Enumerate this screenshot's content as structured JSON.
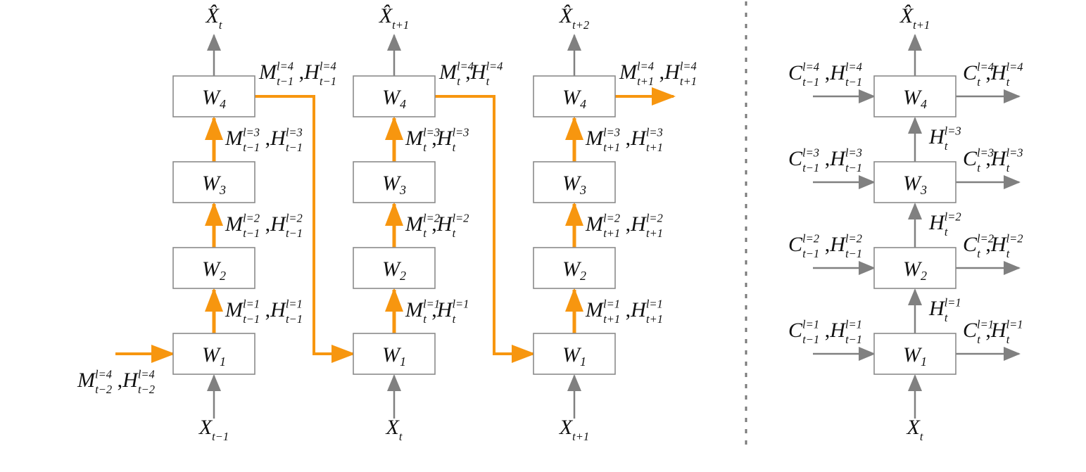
{
  "colors": {
    "orange": "#f7960f",
    "gray": "#808080",
    "box_stroke": "#8a8a8a",
    "divider": "#7a7a7a"
  },
  "left": {
    "columns": [
      {
        "input": {
          "base": "X",
          "sub": "t−1"
        },
        "output": {
          "base": "X̂",
          "sub": "t"
        },
        "blocks": [
          {
            "base": "W",
            "sub": "1"
          },
          {
            "base": "W",
            "sub": "2"
          },
          {
            "base": "W",
            "sub": "3"
          },
          {
            "base": "W",
            "sub": "4"
          }
        ],
        "states": [
          {
            "sup": "l=1",
            "sub": "t−1"
          },
          {
            "sup": "l=2",
            "sub": "t−1"
          },
          {
            "sup": "l=3",
            "sub": "t−1"
          },
          {
            "sup": "l=4",
            "sub": "t−1"
          }
        ]
      },
      {
        "input": {
          "base": "X",
          "sub": "t"
        },
        "output": {
          "base": "X̂",
          "sub": "t+1"
        },
        "blocks": [
          {
            "base": "W",
            "sub": "1"
          },
          {
            "base": "W",
            "sub": "2"
          },
          {
            "base": "W",
            "sub": "3"
          },
          {
            "base": "W",
            "sub": "4"
          }
        ],
        "states": [
          {
            "sup": "l=1",
            "sub": "t"
          },
          {
            "sup": "l=2",
            "sub": "t"
          },
          {
            "sup": "l=3",
            "sub": "t"
          },
          {
            "sup": "l=4",
            "sub": "t"
          }
        ]
      },
      {
        "input": {
          "base": "X",
          "sub": "t+1"
        },
        "output": {
          "base": "X̂",
          "sub": "t+2"
        },
        "blocks": [
          {
            "base": "W",
            "sub": "1"
          },
          {
            "base": "W",
            "sub": "2"
          },
          {
            "base": "W",
            "sub": "3"
          },
          {
            "base": "W",
            "sub": "4"
          }
        ],
        "states": [
          {
            "sup": "l=1",
            "sub": "t+1"
          },
          {
            "sup": "l=2",
            "sub": "t+1"
          },
          {
            "sup": "l=3",
            "sub": "t+1"
          },
          {
            "sup": "l=4",
            "sub": "t+1"
          }
        ]
      }
    ],
    "initial_state": {
      "sup": "l=4",
      "sub": "t−2"
    }
  },
  "right": {
    "input": {
      "base": "X",
      "sub": "t"
    },
    "output": {
      "base": "X̂",
      "sub": "t+1"
    },
    "blocks": [
      {
        "base": "W",
        "sub": "1"
      },
      {
        "base": "W",
        "sub": "2"
      },
      {
        "base": "W",
        "sub": "3"
      },
      {
        "base": "W",
        "sub": "4"
      }
    ],
    "inputs": [
      {
        "sup": "l=1",
        "sub": "t−1"
      },
      {
        "sup": "l=2",
        "sub": "t−1"
      },
      {
        "sup": "l=3",
        "sub": "t−1"
      },
      {
        "sup": "l=4",
        "sub": "t−1"
      }
    ],
    "outputs": [
      {
        "sup": "l=1",
        "sub": "t"
      },
      {
        "sup": "l=2",
        "sub": "t"
      },
      {
        "sup": "l=3",
        "sub": "t"
      },
      {
        "sup": "l=4",
        "sub": "t"
      }
    ],
    "hidden": [
      {
        "base": "H",
        "sup": "l=1",
        "sub": "t"
      },
      {
        "base": "H",
        "sup": "l=2",
        "sub": "t"
      },
      {
        "base": "H",
        "sup": "l=3",
        "sub": "t"
      }
    ]
  }
}
